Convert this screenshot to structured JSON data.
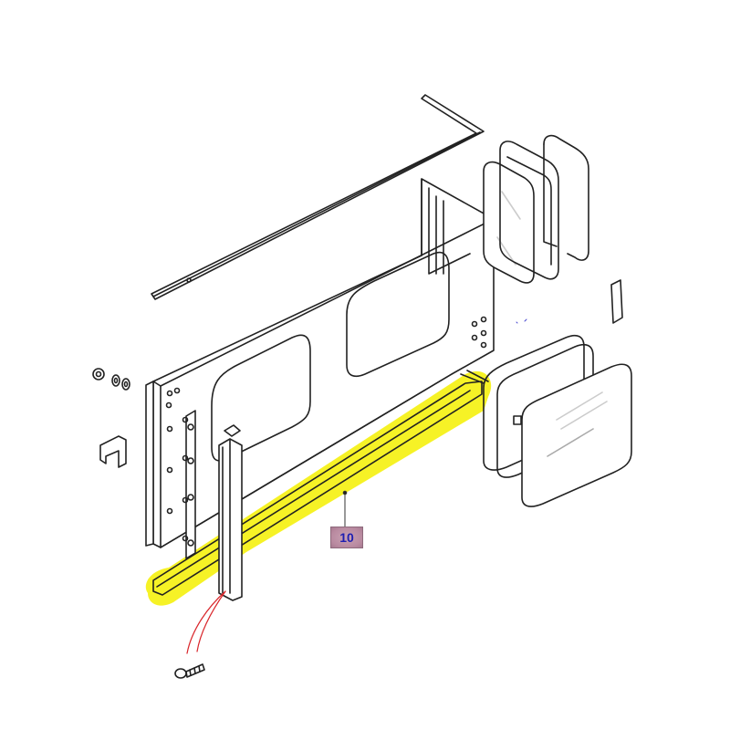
{
  "diagram": {
    "title": "Exploded parts diagram - side body panel with windows",
    "highlight_color": "#f5f000",
    "leader_color_red": "#d9262b",
    "callout": {
      "label": "10",
      "text_color": "#1f1fb0",
      "background": "#b98aa0"
    },
    "parts": [
      {
        "id": "top-capping-strip",
        "desc": "L-shaped capping strip"
      },
      {
        "id": "side-panel",
        "desc": "Side body panel with two window openings"
      },
      {
        "id": "rear-window-glass",
        "desc": "Upper window glass"
      },
      {
        "id": "rear-window-seal-inner",
        "desc": "Upper window seal"
      },
      {
        "id": "rear-window-seal-outer",
        "desc": "Upper window rubber"
      },
      {
        "id": "front-window-glass",
        "desc": "Lower window glass"
      },
      {
        "id": "front-window-seals",
        "desc": "Lower window seals"
      },
      {
        "id": "end-cap",
        "desc": "Small end cap block"
      },
      {
        "id": "nut",
        "desc": "Nut"
      },
      {
        "id": "washers",
        "desc": "Washers"
      },
      {
        "id": "bracket",
        "desc": "L-bracket"
      },
      {
        "id": "edge-strip",
        "desc": "Vertical edge strip"
      },
      {
        "id": "hinge-strip",
        "desc": "Vertical strip with fixing holes"
      },
      {
        "id": "corner-post",
        "desc": "Vertical corner post with cap"
      },
      {
        "id": "bottom-channel",
        "desc": "Bottom channel (highlighted, item 10)"
      },
      {
        "id": "screw",
        "desc": "Screw"
      }
    ]
  }
}
